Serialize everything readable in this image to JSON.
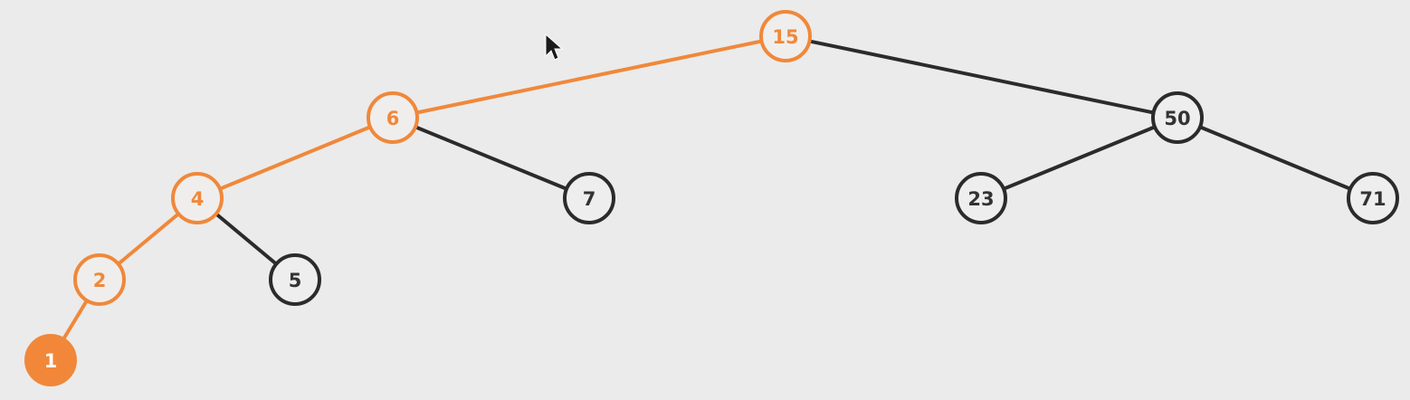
{
  "colors": {
    "background": "#ebebeb",
    "path": "#f0883a",
    "path_fill_light": "#f0eeec",
    "path_fill_target": "#f2873a",
    "normal_stroke": "#2b2b2b",
    "normal_fill": "#eeeeee",
    "normal_text": "#333333",
    "target_text": "#ffffff"
  },
  "tree": {
    "nodes": [
      {
        "id": "n15",
        "label": "15",
        "state": "path"
      },
      {
        "id": "n6",
        "label": "6",
        "state": "path"
      },
      {
        "id": "n50",
        "label": "50",
        "state": "normal"
      },
      {
        "id": "n4",
        "label": "4",
        "state": "path"
      },
      {
        "id": "n7",
        "label": "7",
        "state": "normal"
      },
      {
        "id": "n23",
        "label": "23",
        "state": "normal"
      },
      {
        "id": "n71",
        "label": "71",
        "state": "normal"
      },
      {
        "id": "n2",
        "label": "2",
        "state": "path"
      },
      {
        "id": "n5",
        "label": "5",
        "state": "normal"
      },
      {
        "id": "n1",
        "label": "1",
        "state": "target"
      }
    ],
    "edges": [
      {
        "from": "n15",
        "to": "n6",
        "state": "path"
      },
      {
        "from": "n15",
        "to": "n50",
        "state": "normal"
      },
      {
        "from": "n6",
        "to": "n4",
        "state": "path"
      },
      {
        "from": "n6",
        "to": "n7",
        "state": "normal"
      },
      {
        "from": "n50",
        "to": "n23",
        "state": "normal"
      },
      {
        "from": "n50",
        "to": "n71",
        "state": "normal"
      },
      {
        "from": "n4",
        "to": "n2",
        "state": "path"
      },
      {
        "from": "n4",
        "to": "n5",
        "state": "normal"
      },
      {
        "from": "n2",
        "to": "n1",
        "state": "path"
      }
    ]
  },
  "cursor": {
    "icon": "mouse-pointer-icon"
  }
}
